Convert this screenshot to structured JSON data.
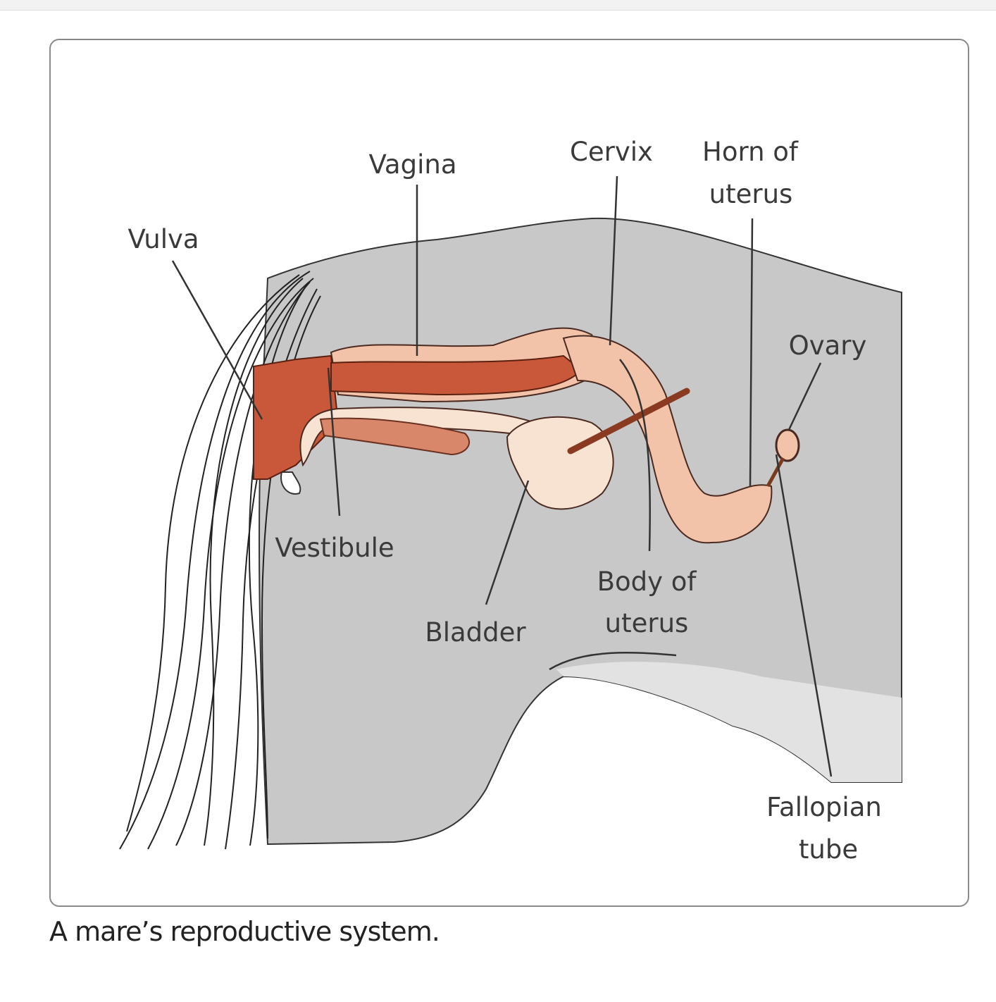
{
  "figure": {
    "caption": "A mare’s reproductive system.",
    "labels": {
      "vulva": "Vulva",
      "vagina": "Vagina",
      "cervix": "Cervix",
      "horn_of_uterus": [
        "Horn of",
        "uterus"
      ],
      "ovary": "Ovary",
      "vestibule": "Vestibule",
      "bladder": "Bladder",
      "body_of_uterus": [
        "Body of",
        "uterus"
      ],
      "fallopian_tube": [
        "Fallopian",
        "tube"
      ]
    },
    "colors": {
      "body": "#c8c8c8",
      "belly": "#dcdcdc",
      "vagina": "#c9583a",
      "uterus": "#f2c3a8",
      "bladder": "#f8e2d2"
    }
  }
}
